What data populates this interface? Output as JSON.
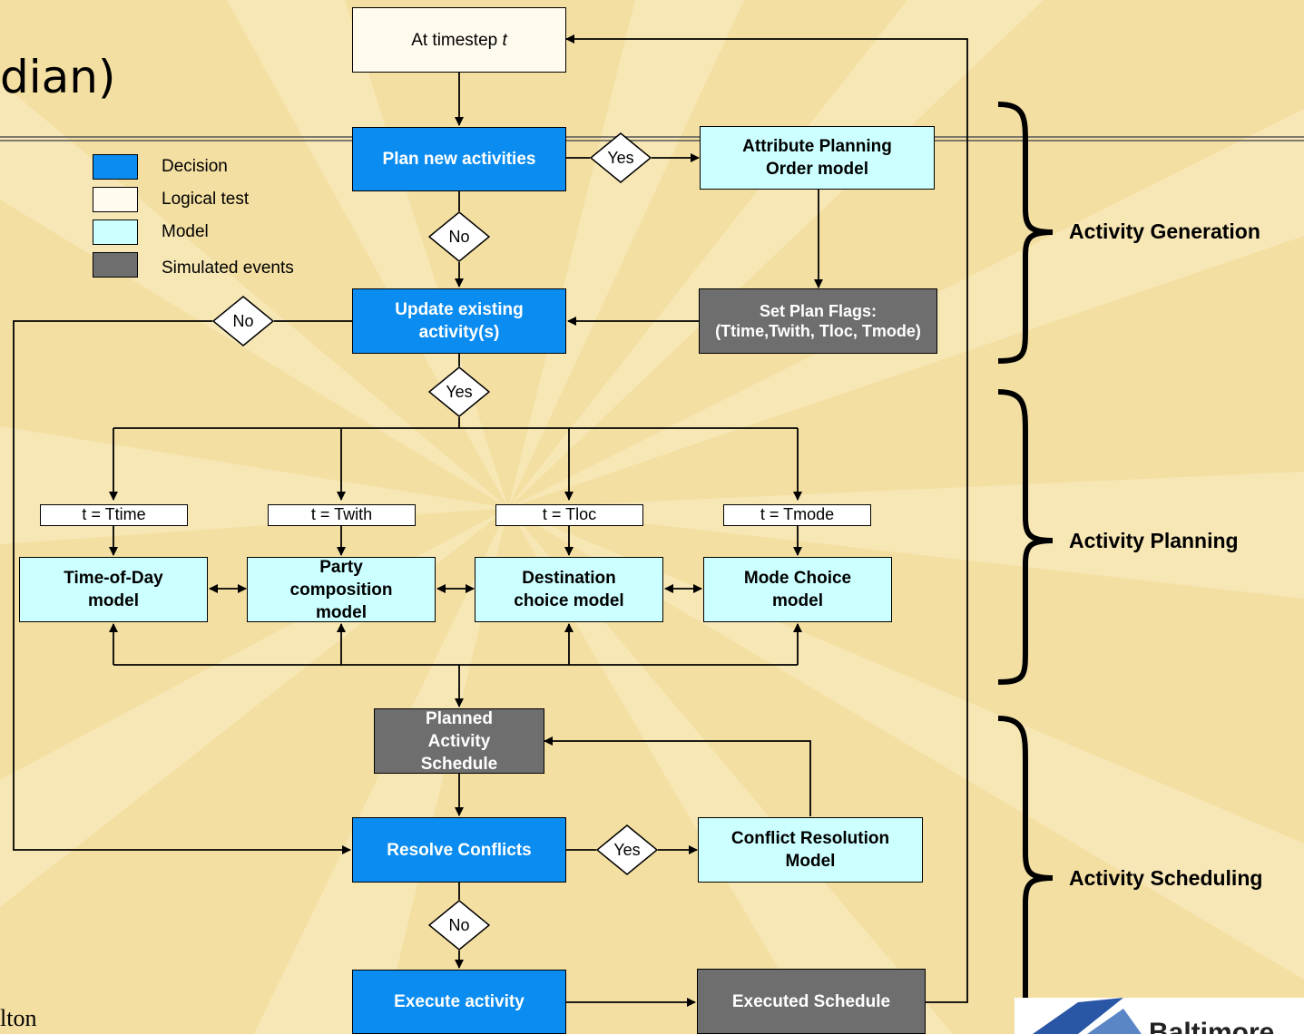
{
  "title_fragment": "dian)",
  "footer_fragment": "lton",
  "logo_text": "Baltimore",
  "legend": [
    {
      "label": "Decision",
      "color": "#0a8cf0"
    },
    {
      "label": "Logical test",
      "color": "#fffbee"
    },
    {
      "label": "Model",
      "color": "#ccffff"
    },
    {
      "label": "Simulated events",
      "color": "#6e6e6e"
    }
  ],
  "nodes": {
    "timestep_prefix": "At timestep ",
    "timestep_var": "t",
    "plan_new": "Plan new activities",
    "attr_planning": "Attribute Planning Order model",
    "update_existing": "Update existing activity(s)",
    "set_flags": "Set Plan Flags: (Ttime,Twith, Tloc, Tmode)",
    "time_of_day": "Time-of-Day model",
    "party_comp": "Party composition model",
    "destination": "Destination choice model",
    "mode_choice": "Mode Choice model",
    "planned_schedule": "Planned Activity Schedule",
    "resolve": "Resolve Conflicts",
    "conflict_model": "Conflict Resolution Model",
    "execute": "Execute activity",
    "executed": "Executed Schedule"
  },
  "conditions": {
    "ttime": "t = Ttime",
    "twith": "t = Twith",
    "tloc": "t = Tloc",
    "tmode": "t = Tmode"
  },
  "tests": {
    "yes_plan": "Yes",
    "no_plan": "No",
    "no_update": "No",
    "yes_update": "Yes",
    "yes_conflict": "Yes",
    "no_conflict": "No"
  },
  "phases": {
    "generation": "Activity Generation",
    "planning": "Activity Planning",
    "scheduling": "Activity Scheduling"
  }
}
